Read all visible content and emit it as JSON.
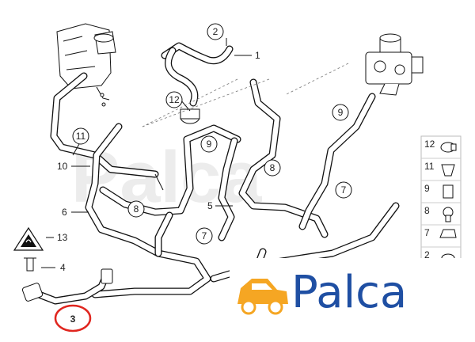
{
  "callouts": {
    "c2": "2",
    "c1": "1",
    "c12": "12",
    "c11": "11",
    "c10": "10",
    "c9a": "9",
    "c9b": "9",
    "c8a": "8",
    "c8b": "8",
    "c7a": "7",
    "c7b": "7",
    "c6": "6",
    "c5": "5",
    "c13": "13",
    "c4": "4",
    "c3": "3"
  },
  "legend": [
    "12",
    "11",
    "9",
    "8",
    "7",
    "2"
  ],
  "logo": {
    "text": "Palca",
    "brand_color": "#1f4fa3",
    "car_color": "#f5a623",
    "ring_color": "#e0261f"
  },
  "watermark": "Palca",
  "warning_sign_icon": "hot-coolant-warning-icon"
}
